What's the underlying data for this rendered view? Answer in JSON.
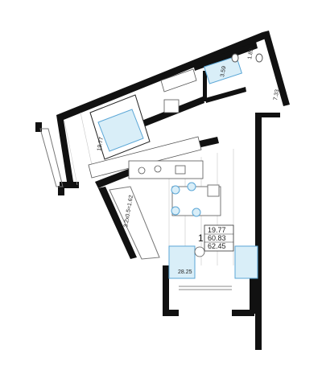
{
  "plan": {
    "apartment_number": "1",
    "totals": {
      "living_area": "19.77",
      "total_area": "60.83",
      "total_area_with_balcony": "62.45"
    },
    "rooms": {
      "bedroom_area": "19.77",
      "living_kitchen_area": "28.25",
      "bathroom_area": "3.59",
      "wc_area": "1.89",
      "hall_area": "7.33",
      "balcony_area": "3.2x0.5=1.62"
    },
    "colors": {
      "wall": "#111111",
      "furniture_fill": "#d9eef8",
      "furniture_stroke": "#5aa6d6",
      "line": "#888888"
    }
  }
}
